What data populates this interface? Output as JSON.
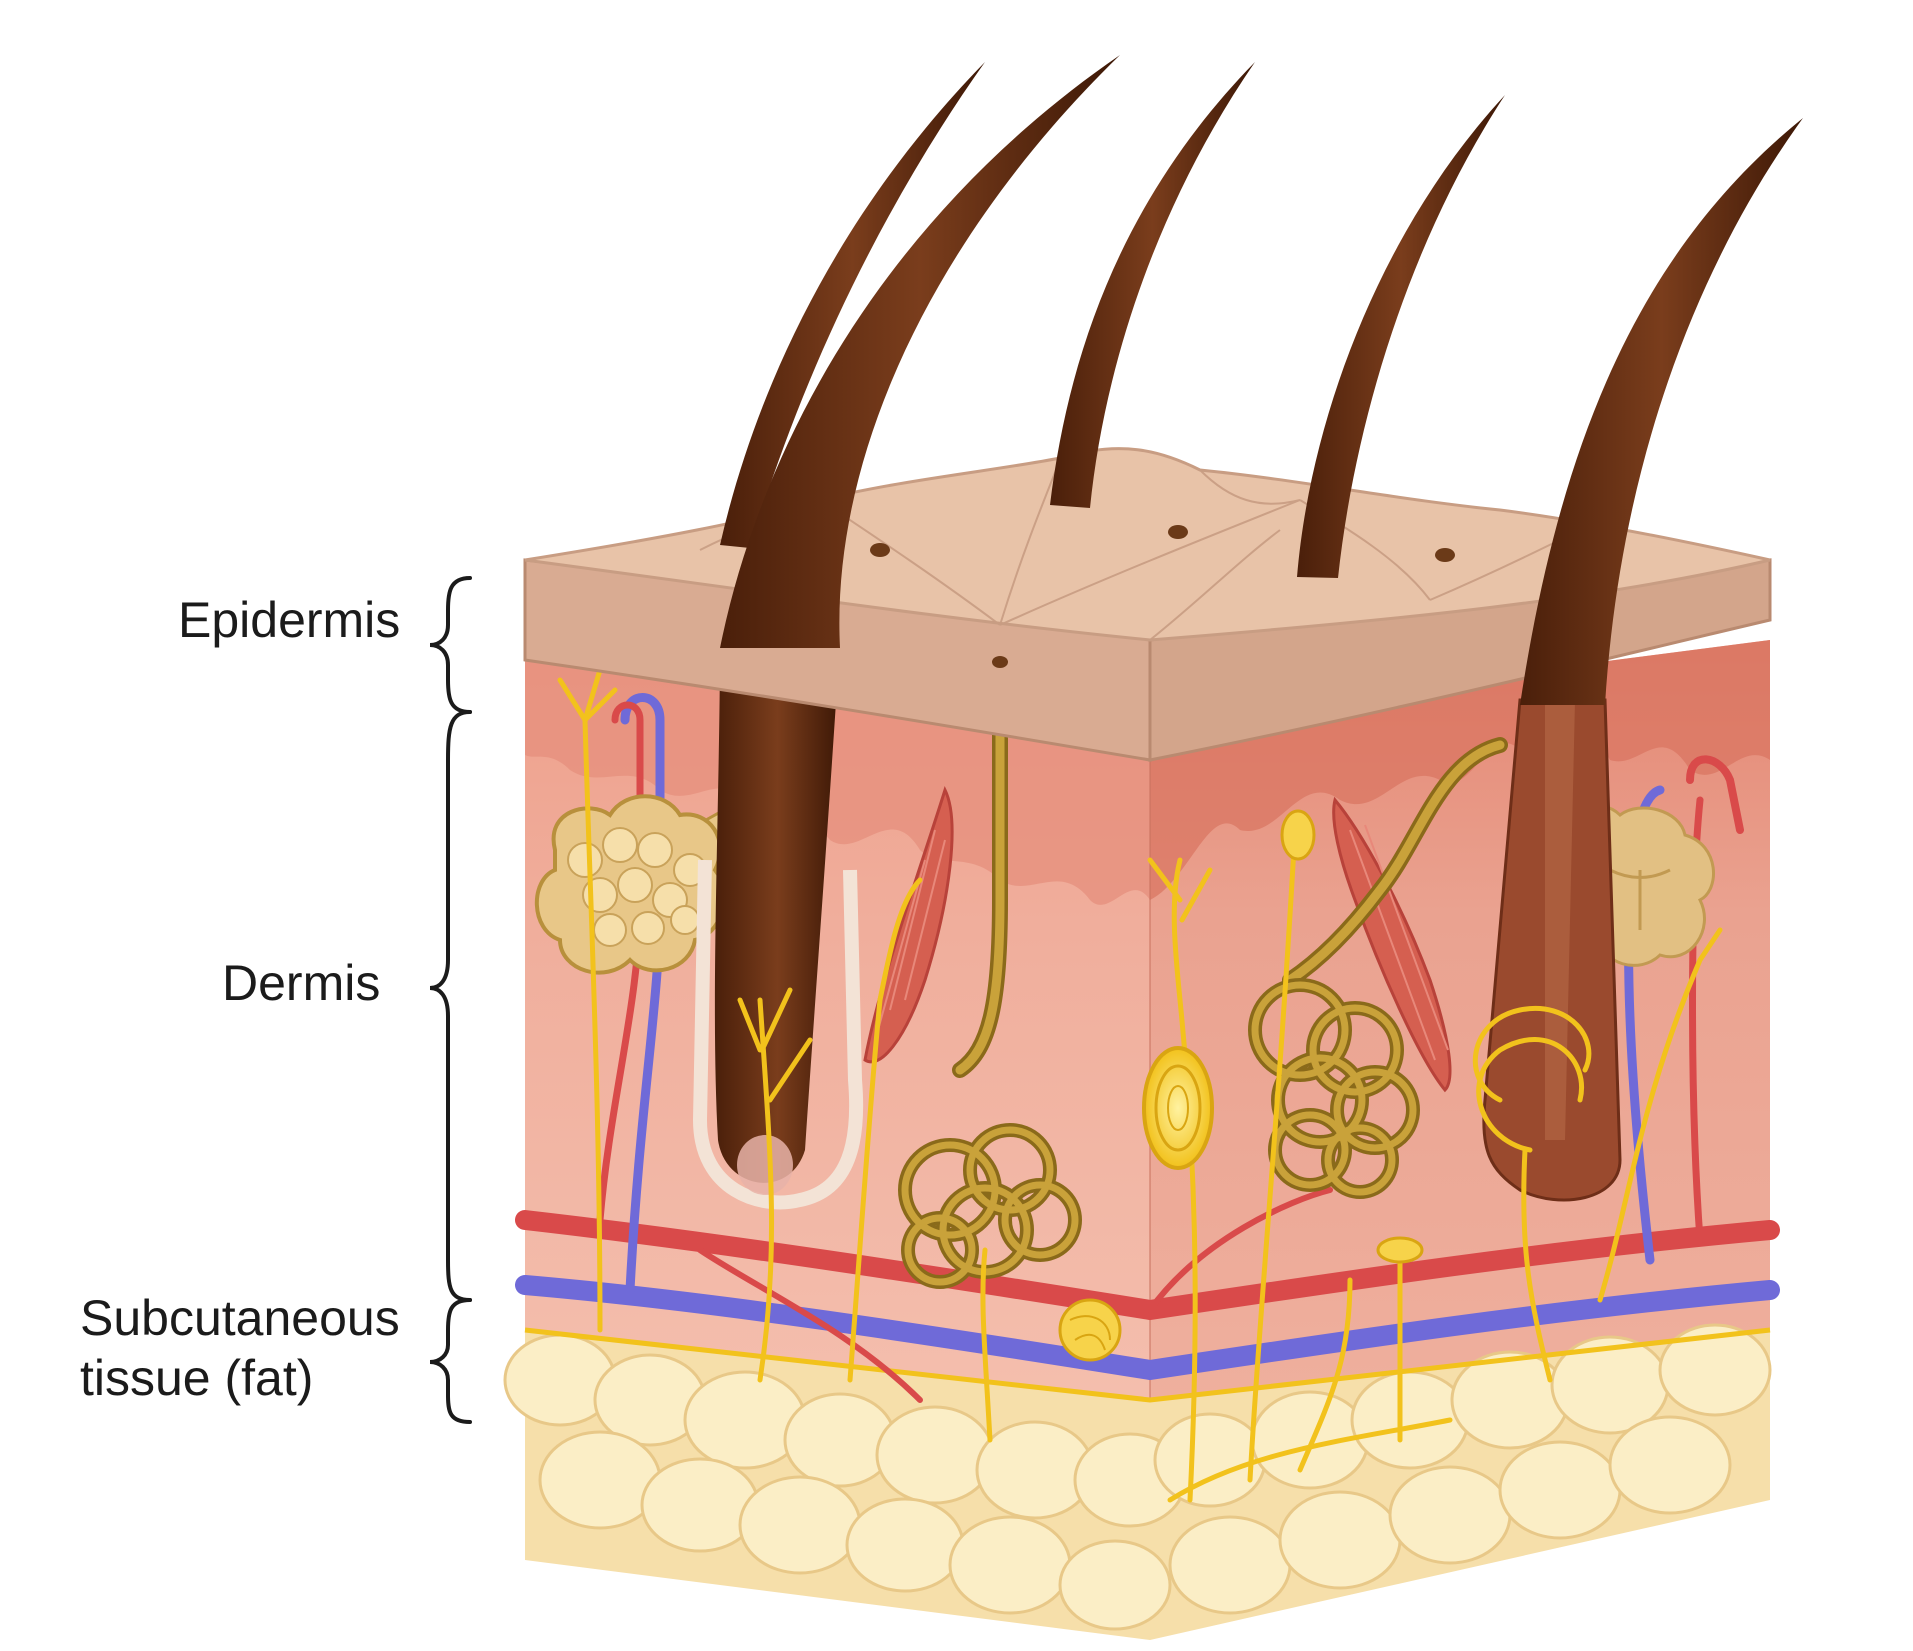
{
  "labels": {
    "epidermis": "Epidermis",
    "dermis": "Dermis",
    "subcutaneous_line1": "Subcutaneous",
    "subcutaneous_line2": "tissue (fat)"
  },
  "colors": {
    "epidermis_top": "#e8c3a8",
    "epidermis_side": "#d9ab92",
    "dermis_upper": "#e8917f",
    "dermis_lower": "#f1b4a1",
    "fat": "#f6dfaa",
    "hair": "#6b3216",
    "nerve": "#f2c21c",
    "artery": "#d94a4a",
    "vein": "#6f6ad8",
    "gland": "#a8852e"
  }
}
